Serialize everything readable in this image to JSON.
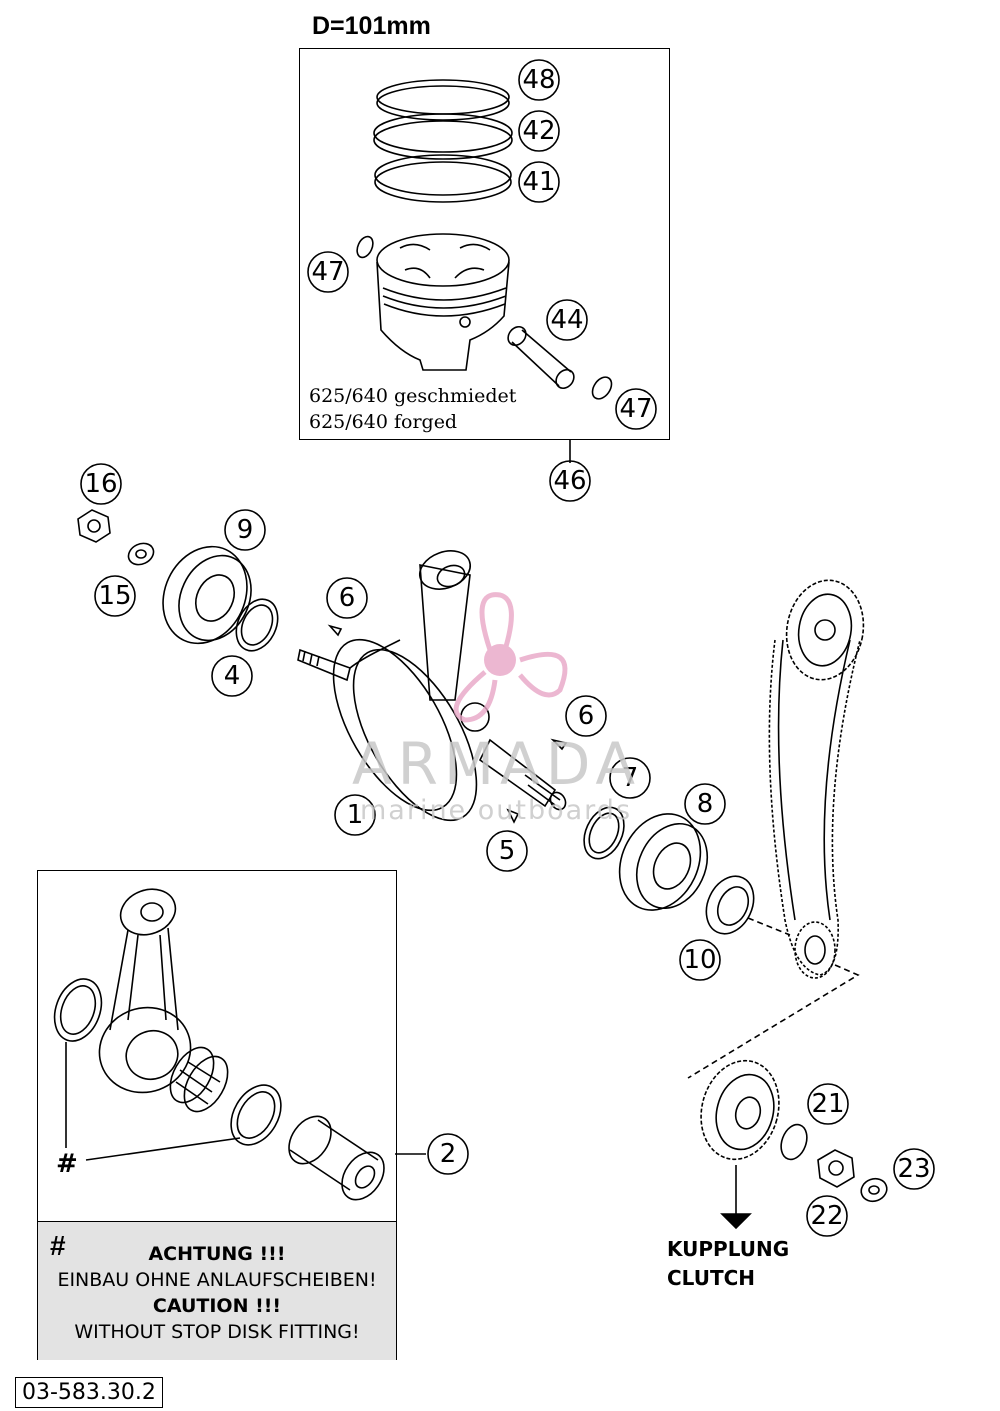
{
  "heading": {
    "diameter": "D=101mm"
  },
  "piston_note": {
    "line1": "625/640  geschmiedet",
    "line2": "625/640  forged"
  },
  "callouts": {
    "n48": "48",
    "n42": "42",
    "n41": "41",
    "n47a": "47",
    "n44": "44",
    "n47b": "47",
    "n46": "46",
    "n16": "16",
    "n9": "9",
    "n15": "15",
    "n4": "4",
    "n6a": "6",
    "n1": "1",
    "n6b": "6",
    "n7": "7",
    "n5": "5",
    "n8": "8",
    "n10": "10",
    "n2": "2",
    "n21": "21",
    "n22": "22",
    "n23": "23"
  },
  "conrod_hash": "#",
  "warning": {
    "hash": "#",
    "de_title": "ACHTUNG !!!",
    "de_text": "EINBAU OHNE ANLAUFSCHEIBEN!",
    "en_title": "CAUTION !!!",
    "en_text": "WITHOUT STOP DISK FITTING!"
  },
  "clutch": {
    "de": "KUPPLUNG",
    "en": "CLUTCH"
  },
  "doc_number": "03-583.30.2",
  "watermark": {
    "brand": "ARMADA",
    "tagline": "marine outboards"
  },
  "colors": {
    "line": "#000000",
    "panel": "#e3e3e3",
    "watermark": "#c8c8c8",
    "logo": "#e8a6c6"
  }
}
